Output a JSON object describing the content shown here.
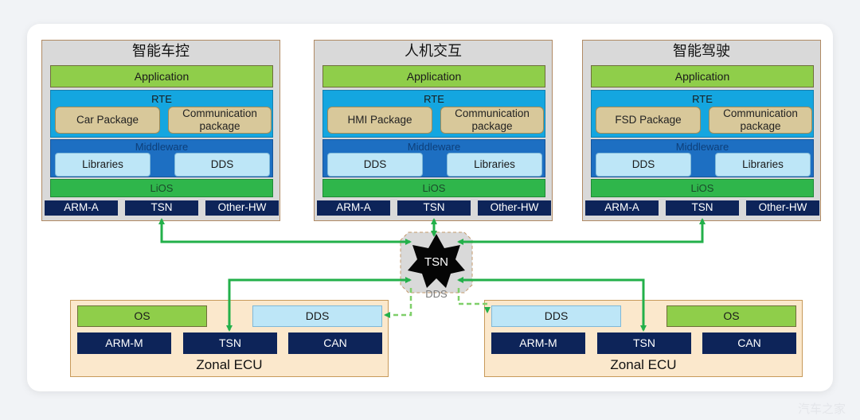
{
  "domains": [
    {
      "title": "智能车控",
      "application": "Application",
      "rte": "RTE",
      "packages": [
        "Car Package",
        "Communication\npackage"
      ],
      "middleware": "Middleware",
      "libs": [
        "Libraries",
        "DDS"
      ],
      "os": "LiOS",
      "hw": [
        "ARM-A",
        "TSN",
        "Other-HW"
      ]
    },
    {
      "title": "人机交互",
      "application": "Application",
      "rte": "RTE",
      "packages": [
        "HMI Package",
        "Communication\npackage"
      ],
      "middleware": "Middleware",
      "libs": [
        "DDS",
        "Libraries"
      ],
      "os": "LiOS",
      "hw": [
        "ARM-A",
        "TSN",
        "Other-HW"
      ]
    },
    {
      "title": "智能驾驶",
      "application": "Application",
      "rte": "RTE",
      "packages": [
        "FSD Package",
        "Communication\npackage"
      ],
      "middleware": "Middleware",
      "libs": [
        "DDS",
        "Libraries"
      ],
      "os": "LiOS",
      "hw": [
        "ARM-A",
        "TSN",
        "Other-HW"
      ]
    }
  ],
  "switch": {
    "label": "TSN",
    "sublabel": "DDS"
  },
  "zonals": [
    {
      "title": "Zonal ECU",
      "os": "OS",
      "dds": "DDS",
      "hw": [
        "ARM-M",
        "TSN",
        "CAN"
      ]
    },
    {
      "title": "Zonal ECU",
      "os": "OS",
      "dds": "DDS",
      "hw": [
        "ARM-M",
        "TSN",
        "CAN"
      ]
    }
  ],
  "colors": {
    "application": "#8fce4a",
    "rte": "#14a6e0",
    "middleware": "#1d6fc2",
    "lios": "#2fb64b",
    "hardware": "#0d2459",
    "link": "#23b04a",
    "zonal_bg": "#fbe8cc"
  },
  "watermark": "汽车之家"
}
